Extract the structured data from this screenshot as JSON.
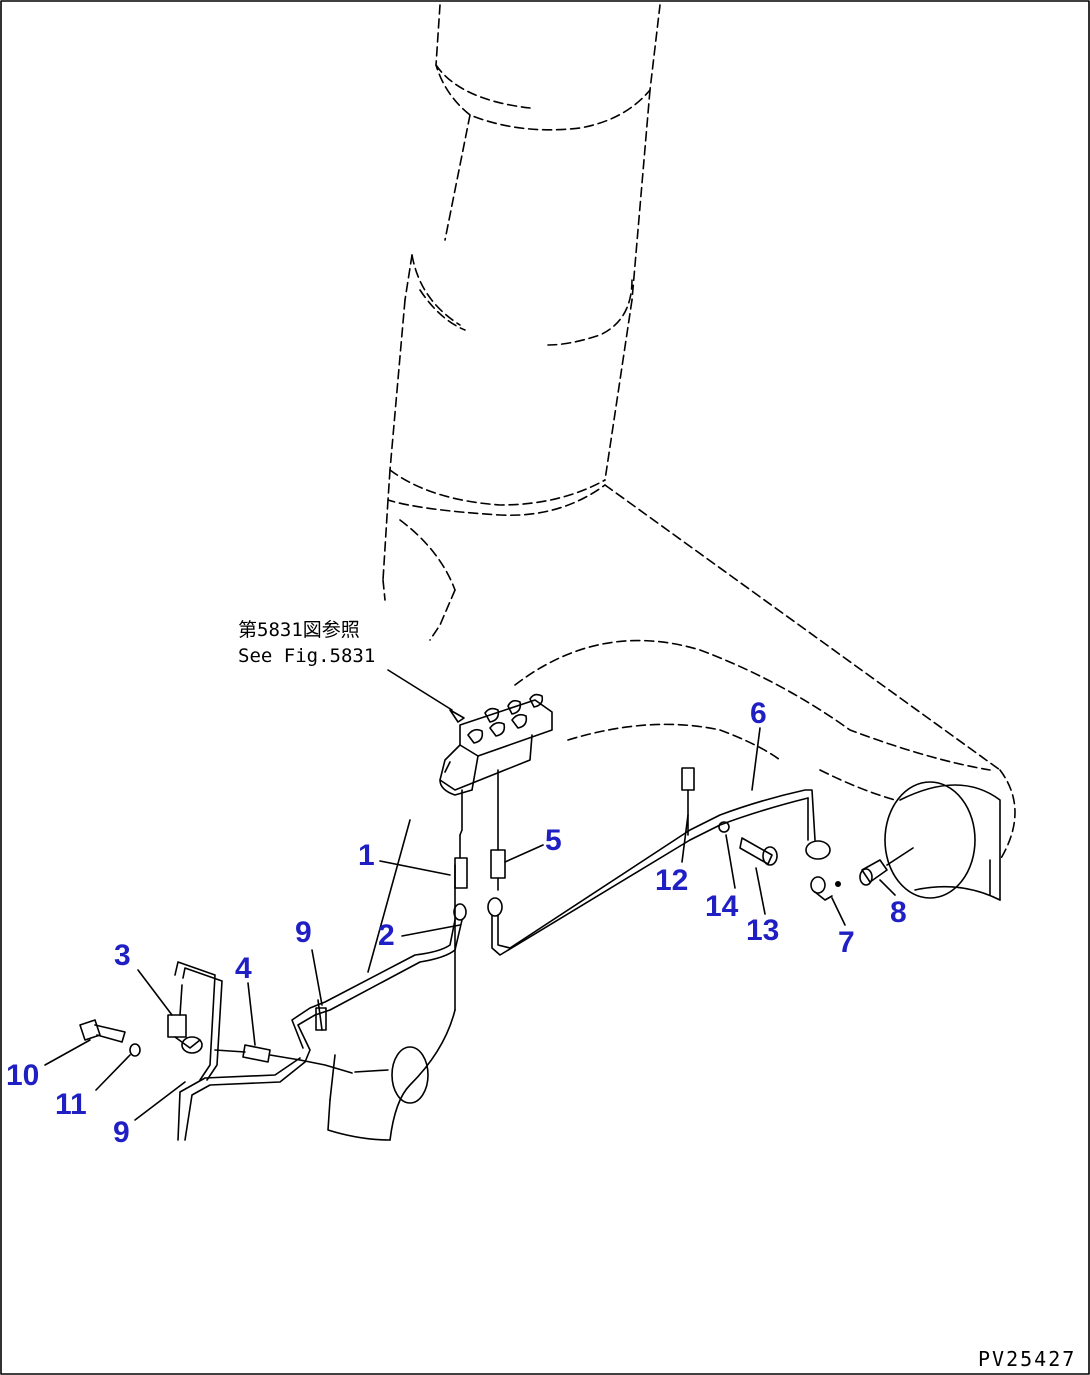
{
  "diagram": {
    "reference_note": {
      "line_jp": "第5831図参照",
      "line_en": "See Fig.5831"
    },
    "drawing_id": "PV25427",
    "callouts": [
      {
        "id": "c1",
        "label": "1"
      },
      {
        "id": "c2",
        "label": "2"
      },
      {
        "id": "c3",
        "label": "3"
      },
      {
        "id": "c4",
        "label": "4"
      },
      {
        "id": "c5",
        "label": "5"
      },
      {
        "id": "c6",
        "label": "6"
      },
      {
        "id": "c7",
        "label": "7"
      },
      {
        "id": "c8",
        "label": "8"
      },
      {
        "id": "c9a",
        "label": "9"
      },
      {
        "id": "c9b",
        "label": "9"
      },
      {
        "id": "c10",
        "label": "10"
      },
      {
        "id": "c11",
        "label": "11"
      },
      {
        "id": "c12",
        "label": "12"
      },
      {
        "id": "c13",
        "label": "13"
      },
      {
        "id": "c14",
        "label": "14"
      }
    ],
    "colors": {
      "callout": "#1f1fc4",
      "line": "#000000",
      "background": "#ffffff"
    }
  }
}
